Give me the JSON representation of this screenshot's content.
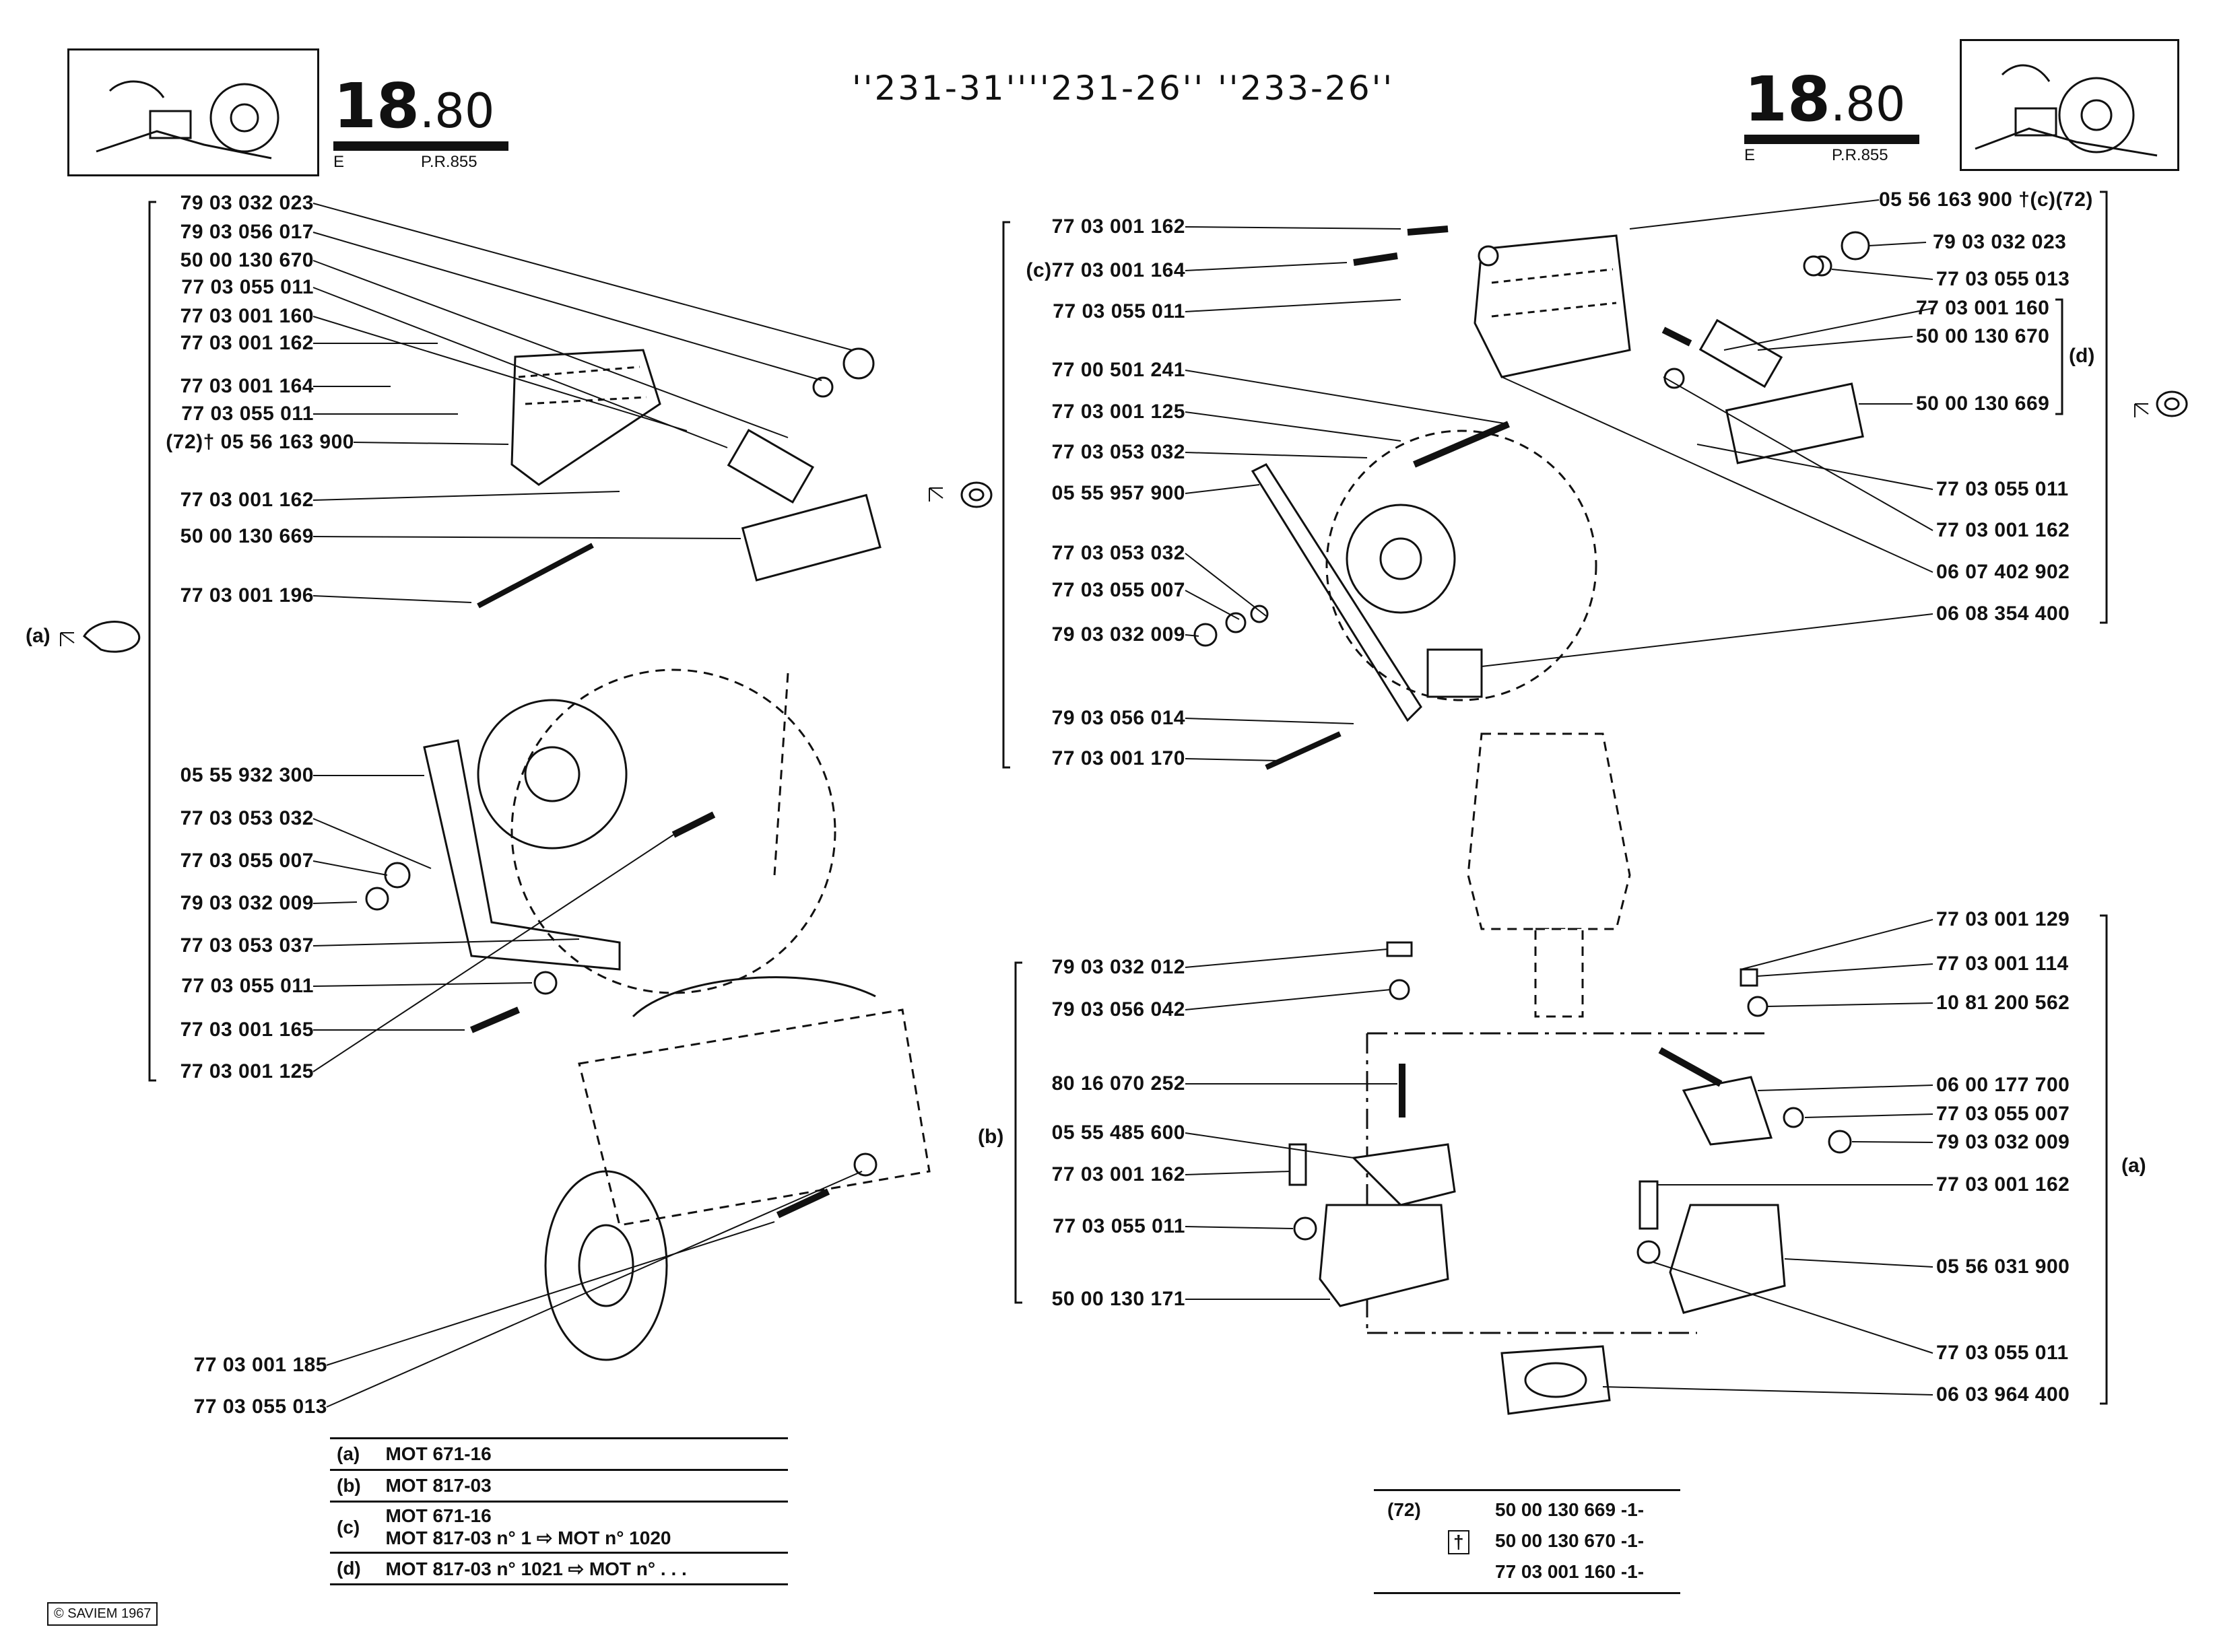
{
  "header": {
    "title": "''231-31''''231-26'' ''233-26''",
    "left": {
      "major": "18",
      "minor": "80",
      "sub_left": "E",
      "sub_right": "P.R.855"
    },
    "right": {
      "major": "18",
      "minor": "80",
      "sub_left": "E",
      "sub_right": "P.R.855"
    }
  },
  "left_labels": [
    "79 03 032 023",
    "79 03 056 017",
    "50 00 130 670",
    "77 03 055 011",
    "77 03 001 160",
    "77 03 001 162",
    "77 03 001 164",
    "77 03 055 011",
    "(72)† 05 56 163 900",
    "77 03 001 162",
    "50 00 130 669",
    "77 03 001 196",
    "05 55 932 300",
    "77 03 053 032",
    "77 03 055 007",
    "79 03 032 009",
    "77 03 053 037",
    "77 03 055 011",
    "77 03 001 165",
    "77 03 001 125",
    "77 03 001 185",
    "77 03 055 013"
  ],
  "upper_right_left_labels": [
    "77 03 001 162",
    "(c)77 03 001 164",
    "77 03 055 011",
    "77 00 501 241",
    "77 03 001 125",
    "77 03 053 032",
    "05 55 957 900",
    "77 03 053 032",
    "77 03 055 007",
    "79 03 032 009",
    "79 03 056 014",
    "77 03 001 170"
  ],
  "upper_right_right_labels": [
    "05 56 163 900 †(c)(72)",
    "79 03 032 023",
    "77 03 055 013",
    "77 03 001 160",
    "50 00 130 670",
    "50 00 130 669",
    "77 03 055 011",
    "77 03 001 162",
    "06 07 402 902",
    "06 08 354 400"
  ],
  "lower_right_left_labels": [
    "79 03 032 012",
    "79 03 056 042",
    "80 16 070 252",
    "05 55 485 600",
    "77 03 001 162",
    "77 03 055 011",
    "50 00 130 171"
  ],
  "lower_right_right_labels": [
    "77 03 001 129",
    "77 03 001 114",
    "10 81 200 562",
    "06 00 177 700",
    "77 03 055 007",
    "79 03 032 009",
    "77 03 001 162",
    "05 56 031 900",
    "77 03 055 011",
    "06 03 964 400"
  ],
  "tags": {
    "a_left": "(a)",
    "c": "(c)",
    "d": "(d)",
    "b": "(b)",
    "a_right": "(a)"
  },
  "legend": [
    {
      "key": "(a)",
      "line1": "MOT 671-16",
      "line2": ""
    },
    {
      "key": "(b)",
      "line1": "MOT 817-03",
      "line2": ""
    },
    {
      "key": "(c)",
      "line1": "MOT 671-16",
      "line2": "MOT 817-03 n°   1 ⇨ MOT n°  1020"
    },
    {
      "key": "(d)",
      "line1": "MOT 817-03 n°   1021 ⇨ MOT n°   . . .",
      "line2": ""
    }
  ],
  "note72": {
    "key": "(72)",
    "rows": [
      "50 00 130 669 -1-",
      "50 00 130 670 -1-",
      "77 03 001 160 -1-"
    ],
    "dagger": "†"
  },
  "copyright": "© SAVIEM 1967"
}
